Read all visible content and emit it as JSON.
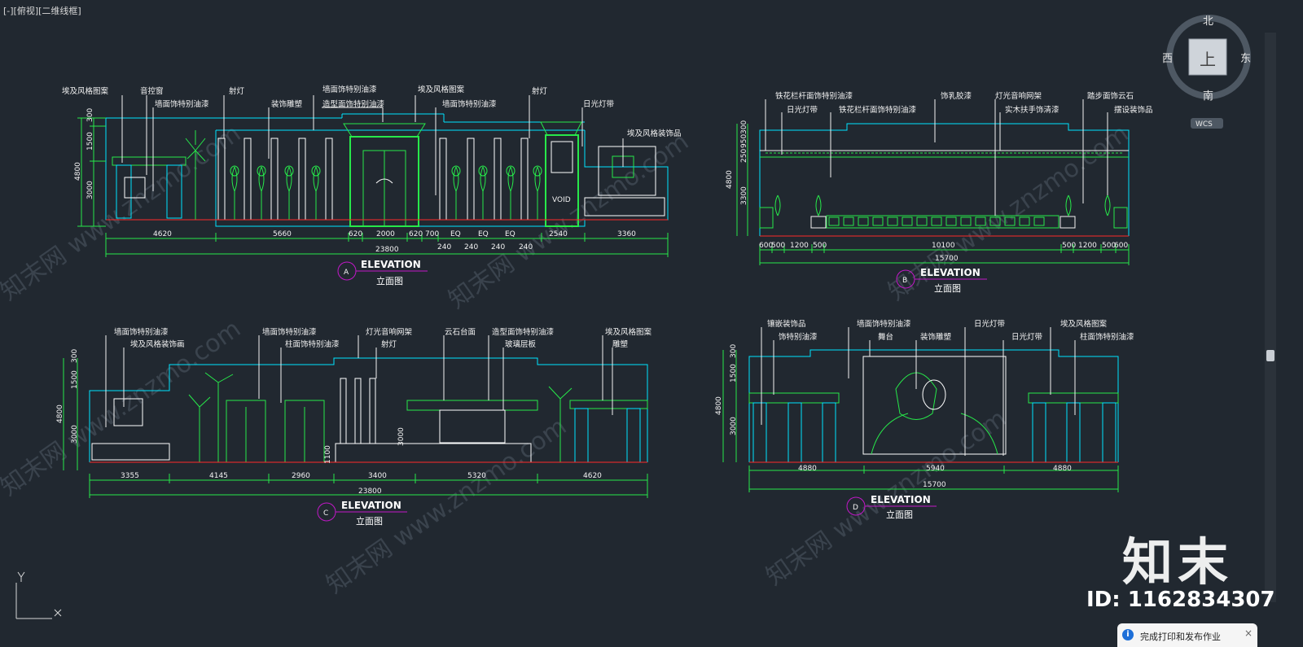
{
  "viewport_label": "[-][俯视][二维线框]",
  "viewcube": {
    "north": "北",
    "south": "南",
    "east": "东",
    "west": "西",
    "face": "上",
    "wcs": "WCS"
  },
  "brand": {
    "logo_text": "知末",
    "id_text": "ID: 1162834307"
  },
  "watermarks": [
    "知末网 www.znzmo.com"
  ],
  "notification": {
    "text": "完成打印和发布作业"
  },
  "elevations": {
    "A": {
      "marker": "A",
      "title": "ELEVATION",
      "subtitle": "立面图",
      "labels": [
        "埃及风格图案",
        "音控窗",
        "墙面饰特别油漆",
        "射灯",
        "装饰雕塑",
        "墙面饰特别油漆",
        "造型面饰特别油漆",
        "埃及风格图案",
        "墙面饰特别油漆",
        "射灯",
        "日光灯带",
        "埃及风格装饰品"
      ],
      "dims_bottom": [
        "4620",
        "5660",
        "620",
        "2000",
        "620",
        "700",
        "2540",
        "3360"
      ],
      "dims_sub": [
        "240",
        "EQ",
        "240",
        "EQ",
        "240",
        "EQ",
        "240"
      ],
      "total": "23800",
      "dims_left": [
        "300",
        "1500",
        "3000"
      ],
      "height": "4800",
      "void": "VOID"
    },
    "B": {
      "marker": "B",
      "title": "ELEVATION",
      "subtitle": "立面图",
      "labels": [
        "铁花栏杆面饰特别油漆",
        "日光灯带",
        "铁花栏杆面饰特别油漆",
        "饰乳胶漆",
        "灯光音响网架",
        "实木扶手饰清漆",
        "踏步面饰云石",
        "摆设装饰品"
      ],
      "dims_bottom": [
        "600",
        "500",
        "1200",
        "500",
        "10100",
        "500",
        "1200",
        "500",
        "600"
      ],
      "total": "15700",
      "dims_left": [
        "300",
        "950",
        "250",
        "3300"
      ],
      "height": "4800"
    },
    "C": {
      "marker": "C",
      "title": "ELEVATION",
      "subtitle": "立面图",
      "labels": [
        "墙面饰特别油漆",
        "埃及风格装饰画",
        "墙面饰特别油漆",
        "柱面饰特别油漆",
        "灯光音响网架",
        "射灯",
        "云石台面",
        "造型面饰特别油漆",
        "玻璃层板",
        "埃及风格图案",
        "雕塑"
      ],
      "dims_bottom": [
        "3355",
        "4145",
        "2960",
        "3400",
        "5320",
        "4620"
      ],
      "total": "23800",
      "dims_left": [
        "300",
        "1500",
        "3000"
      ],
      "height": "4800",
      "inner_dims": [
        "1100",
        "3000"
      ]
    },
    "D": {
      "marker": "D",
      "title": "ELEVATION",
      "subtitle": "立面图",
      "labels": [
        "镶嵌装饰品",
        "饰特别油漆",
        "墙面饰特别油漆",
        "舞台",
        "装饰雕塑",
        "日光灯带",
        "日光灯带",
        "埃及风格图案",
        "柱面饰特别油漆"
      ],
      "dims_bottom": [
        "4880",
        "5940",
        "4880"
      ],
      "total": "15700",
      "dims_left": [
        "300",
        "1500",
        "3000"
      ],
      "height": "4800"
    }
  },
  "colors": {
    "background": "#212830",
    "cyan": "#00e5ff",
    "green": "#27e84a",
    "white": "#f2f2f2",
    "red": "#ff2a2a",
    "magenta": "#c218c8",
    "yellow": "#ffff33"
  }
}
